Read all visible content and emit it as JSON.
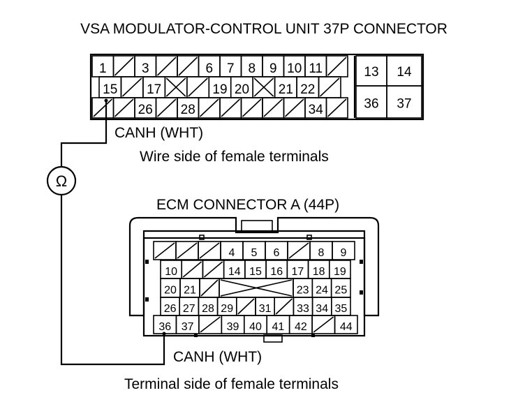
{
  "vsa": {
    "title": "VSA MODULATOR-CONTROL UNIT 37P CONNECTOR",
    "wire_label": "CANH (WHT)",
    "side_label": "Wire side of female terminals",
    "row1": [
      {
        "t": "1",
        "s": false
      },
      {
        "t": "",
        "s": true
      },
      {
        "t": "3",
        "s": false
      },
      {
        "t": "",
        "s": true
      },
      {
        "t": "",
        "s": true
      },
      {
        "t": "6",
        "s": false
      },
      {
        "t": "7",
        "s": false
      },
      {
        "t": "8",
        "s": false
      },
      {
        "t": "9",
        "s": false
      },
      {
        "t": "10",
        "s": false
      },
      {
        "t": "11",
        "s": false
      },
      {
        "t": "",
        "s": true
      }
    ],
    "row2": [
      {
        "t": "15",
        "s": false
      },
      {
        "t": "",
        "s": true
      },
      {
        "t": "17",
        "s": false
      },
      {
        "t": "",
        "s": true,
        "x": true
      },
      {
        "t": "",
        "s": true
      },
      {
        "t": "19",
        "s": false
      },
      {
        "t": "20",
        "s": false
      },
      {
        "t": "",
        "s": true,
        "x": true
      },
      {
        "t": "21",
        "s": false
      },
      {
        "t": "22",
        "s": false
      },
      {
        "t": "",
        "s": true
      }
    ],
    "row3": [
      {
        "t": "",
        "s": true
      },
      {
        "t": "",
        "s": true
      },
      {
        "t": "26",
        "s": false
      },
      {
        "t": "",
        "s": true
      },
      {
        "t": "28",
        "s": false
      },
      {
        "t": "",
        "s": true
      },
      {
        "t": "",
        "s": true
      },
      {
        "t": "",
        "s": true
      },
      {
        "t": "",
        "s": true
      },
      {
        "t": "",
        "s": true
      },
      {
        "t": "34",
        "s": false
      },
      {
        "t": "",
        "s": true
      }
    ],
    "block": [
      "13",
      "14",
      "36",
      "37"
    ]
  },
  "meter": {
    "symbol": "Ω"
  },
  "ecm": {
    "title": "ECM CONNECTOR A (44P)",
    "wire_label": "CANH (WHT)",
    "side_label": "Terminal side of female terminals",
    "row1": [
      {
        "t": "",
        "s": true
      },
      {
        "t": "",
        "s": true
      },
      {
        "t": "",
        "s": true
      },
      {
        "t": "4",
        "s": false
      },
      {
        "t": "5",
        "s": false
      },
      {
        "t": "6",
        "s": false
      },
      {
        "t": "",
        "s": true
      },
      {
        "t": "8",
        "s": false
      },
      {
        "t": "9",
        "s": false
      }
    ],
    "row2": [
      {
        "t": "10",
        "s": false
      },
      {
        "t": "",
        "s": true
      },
      {
        "t": "",
        "s": true
      },
      {
        "t": "14",
        "s": false
      },
      {
        "t": "15",
        "s": false
      },
      {
        "t": "16",
        "s": false
      },
      {
        "t": "17",
        "s": false
      },
      {
        "t": "18",
        "s": false
      },
      {
        "t": "19",
        "s": false
      }
    ],
    "row3_left": [
      {
        "t": "20",
        "s": false
      },
      {
        "t": "21",
        "s": false
      },
      {
        "t": "",
        "s": true
      }
    ],
    "row3_right": [
      {
        "t": "23",
        "s": false
      },
      {
        "t": "24",
        "s": false
      },
      {
        "t": "25",
        "s": false
      }
    ],
    "row4": [
      {
        "t": "26",
        "s": false
      },
      {
        "t": "27",
        "s": false
      },
      {
        "t": "28",
        "s": false
      },
      {
        "t": "29",
        "s": false
      },
      {
        "t": "",
        "s": true
      },
      {
        "t": "31",
        "s": false
      },
      {
        "t": "",
        "s": true
      },
      {
        "t": "33",
        "s": false
      },
      {
        "t": "34",
        "s": false
      },
      {
        "t": "35",
        "s": false
      }
    ],
    "row5": [
      {
        "t": "36",
        "s": false
      },
      {
        "t": "37",
        "s": false
      },
      {
        "t": "",
        "s": true
      },
      {
        "t": "39",
        "s": false
      },
      {
        "t": "40",
        "s": false
      },
      {
        "t": "41",
        "s": false
      },
      {
        "t": "42",
        "s": false
      },
      {
        "t": "",
        "s": true
      },
      {
        "t": "44",
        "s": false
      }
    ]
  }
}
